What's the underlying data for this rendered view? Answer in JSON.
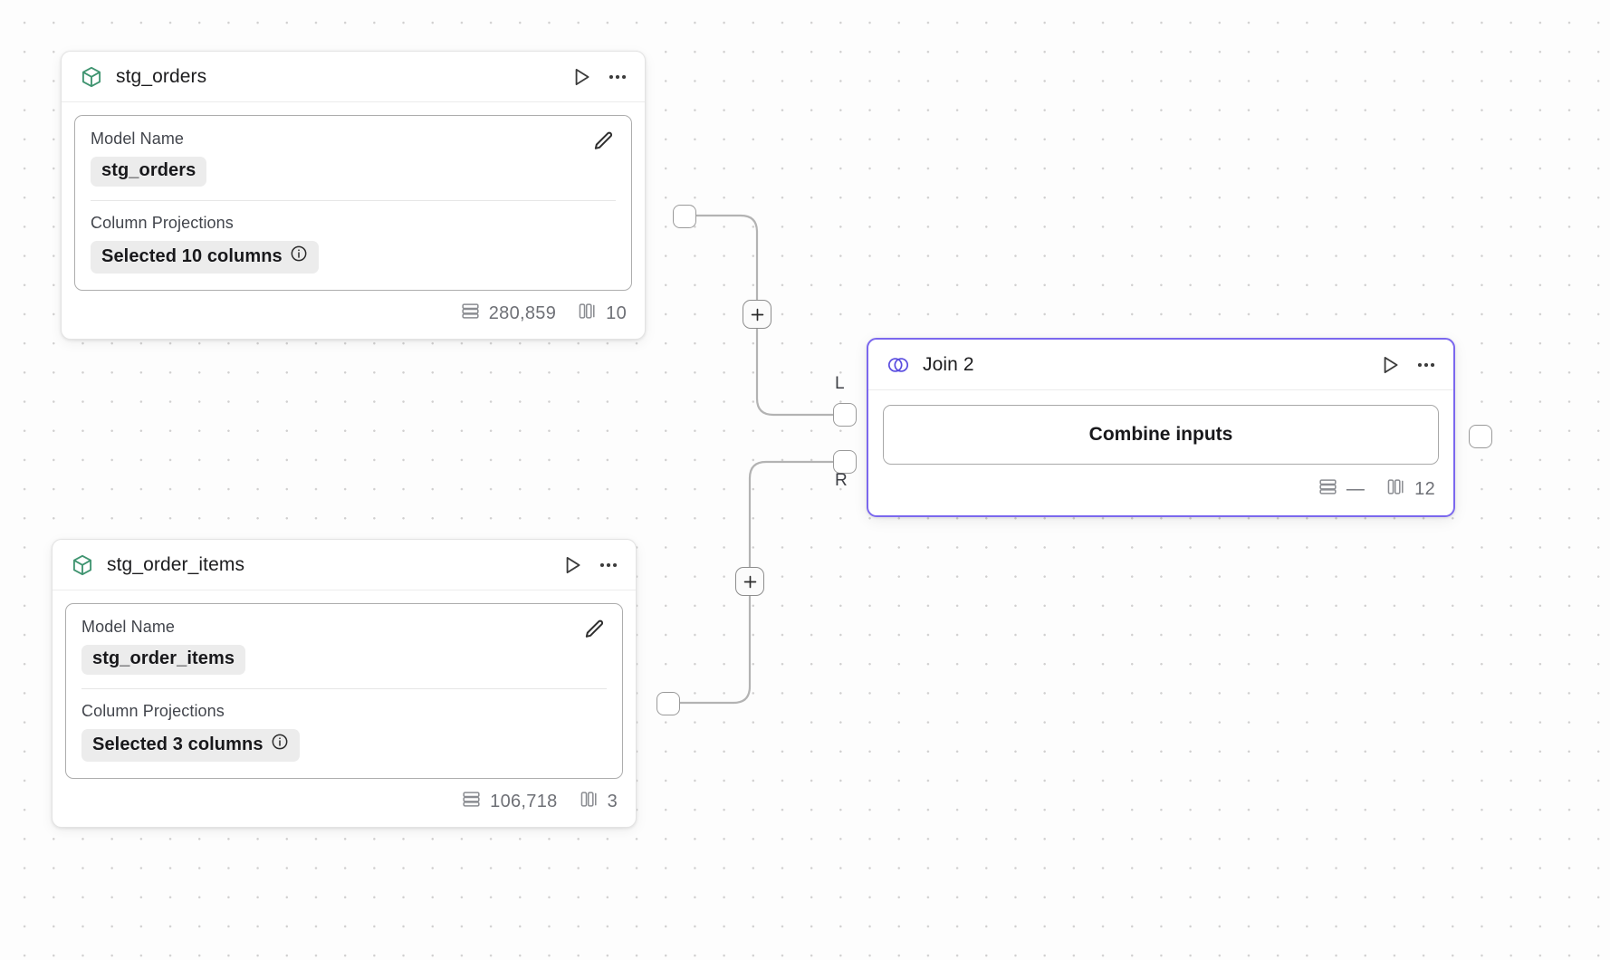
{
  "canvas": {
    "background_color": "#fdfdfd",
    "dot_color": "#d0cfcf",
    "accent_color": "#7B68EE",
    "model_icon_color": "#3f9470"
  },
  "nodes": [
    {
      "id": "stg_orders",
      "title": "stg_orders",
      "icon": "cube-icon",
      "type": "model",
      "fields": [
        {
          "label": "Model Name",
          "value": "stg_orders",
          "has_info": false
        },
        {
          "label": "Column Projections",
          "value": "Selected 10 columns",
          "has_info": true
        }
      ],
      "footer": {
        "rows_value": "280,859",
        "columns_value": "10"
      },
      "header_actions": [
        "run-icon",
        "more-icon"
      ],
      "edit_action": "edit-icon"
    },
    {
      "id": "stg_order_items",
      "title": "stg_order_items",
      "icon": "cube-icon",
      "type": "model",
      "fields": [
        {
          "label": "Model Name",
          "value": "stg_order_items",
          "has_info": false
        },
        {
          "label": "Column Projections",
          "value": "Selected 3 columns",
          "has_info": true
        }
      ],
      "footer": {
        "rows_value": "106,718",
        "columns_value": "3"
      },
      "header_actions": [
        "run-icon",
        "more-icon"
      ],
      "edit_action": "edit-icon"
    },
    {
      "id": "join_2",
      "title": "Join 2",
      "icon": "venn-icon",
      "type": "join",
      "selected": true,
      "action_label": "Combine inputs",
      "input_ports": [
        {
          "label": "L",
          "name": "left"
        },
        {
          "label": "R",
          "name": "right"
        }
      ],
      "footer": {
        "rows_value": "—",
        "columns_value": "12"
      },
      "header_actions": [
        "run-icon",
        "more-icon"
      ]
    }
  ],
  "edges": [
    {
      "from": "stg_orders",
      "to": "join_2.L",
      "add_button": "+"
    },
    {
      "from": "stg_order_items",
      "to": "join_2.R",
      "add_button": "+"
    }
  ],
  "labels": {
    "plus": "+",
    "info": "i"
  }
}
